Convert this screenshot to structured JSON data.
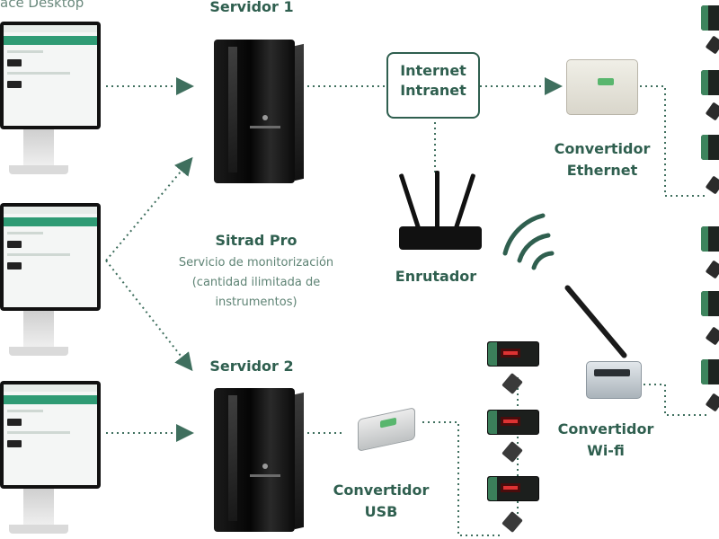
{
  "top_left_caption": "ace Desktop",
  "server1": {
    "title": "Servidor 1"
  },
  "server2": {
    "title": "Servidor 2"
  },
  "sitrad": {
    "title": "Sitrad Pro",
    "line1": "Servicio de monitorización",
    "line2": "(cantidad ilimitada de",
    "line3": "instrumentos)"
  },
  "network": {
    "line1": "Internet",
    "line2": "Intranet"
  },
  "router": {
    "label": "Enrutador"
  },
  "converters": {
    "ethernet": {
      "line1": "Convertidor",
      "line2": "Ethernet"
    },
    "usb": {
      "line1": "Convertidor",
      "line2": "USB"
    },
    "wifi": {
      "line1": "Convertidor",
      "line2": "Wi-fi"
    }
  },
  "colors": {
    "label": "#2f5f4f",
    "accent_green": "#2f9b74",
    "wire": "#3f6f5e"
  }
}
